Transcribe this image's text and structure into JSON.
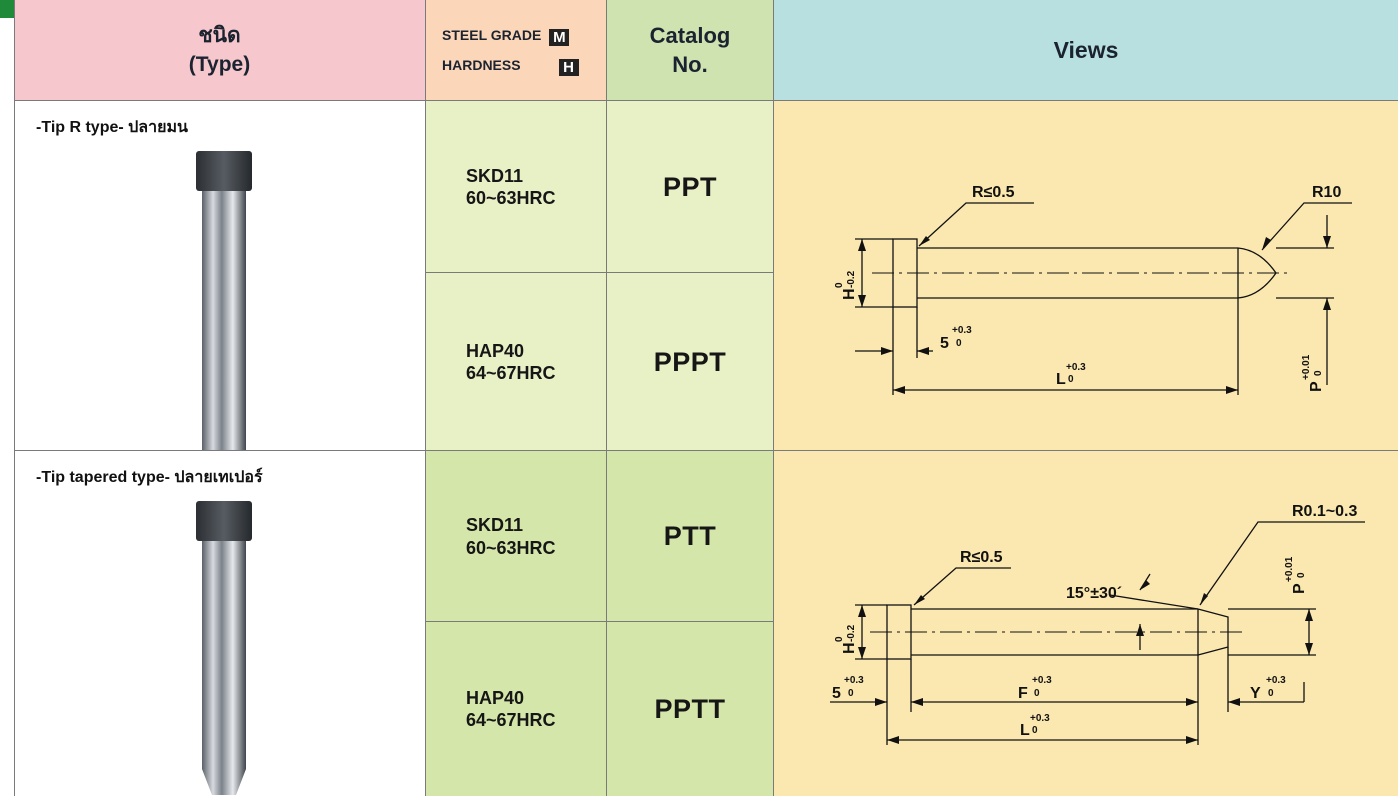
{
  "header": {
    "type_th": "ชนิด",
    "type_en": "(Type)",
    "steel_grade_label": "STEEL GRADE",
    "steel_grade_badge": "M",
    "hardness_label": "HARDNESS",
    "hardness_badge": "H",
    "catalog_line1": "Catalog",
    "catalog_line2": "No.",
    "views": "Views"
  },
  "rows": [
    {
      "type_label": "-Tip R type- ปลายมน",
      "variants": [
        {
          "material": "SKD11",
          "hardness": "60~63HRC",
          "catalog": "PPT"
        },
        {
          "material": "HAP40",
          "hardness": "64~67HRC",
          "catalog": "PPPT"
        }
      ],
      "drawing": {
        "r_head": "R≤0.5",
        "r_tip": "R10",
        "h_label": "H",
        "h_tol_top": "0",
        "h_tol_bottom": "-0.2",
        "head_len": "5",
        "head_tol_top": "+0.3",
        "head_tol_bottom": "0",
        "l_label": "L",
        "l_tol_top": "+0.3",
        "l_tol_bottom": "0",
        "p_label": "P",
        "p_tol_top": "+0.01",
        "p_tol_bottom": "0"
      }
    },
    {
      "type_label": "-Tip tapered type- ปลายเทเปอร์",
      "variants": [
        {
          "material": "SKD11",
          "hardness": "60~63HRC",
          "catalog": "PTT"
        },
        {
          "material": "HAP40",
          "hardness": "64~67HRC",
          "catalog": "PPTT"
        }
      ],
      "drawing": {
        "r_head": "R≤0.5",
        "r_tip": "R0.1~0.3",
        "angle": "15°±30´",
        "h_label": "H",
        "h_tol_top": "0",
        "h_tol_bottom": "-0.2",
        "head_len": "5",
        "head_tol_top": "+0.3",
        "head_tol_bottom": "0",
        "f_label": "F",
        "f_tol_top": "+0.3",
        "f_tol_bottom": "0",
        "l_label": "L",
        "l_tol_top": "+0.3",
        "l_tol_bottom": "0",
        "y_label": "Y",
        "y_tol_top": "+0.3",
        "y_tol_bottom": "0",
        "p_label": "P",
        "p_tol_top": "+0.01",
        "p_tol_bottom": "0"
      }
    }
  ],
  "colors": {
    "header_type_bg": "#f6c7cc",
    "header_grade_bg": "#fbd6b9",
    "header_catalog_bg": "#cfe3b0",
    "header_views_bg": "#b8e0e0",
    "grade_bg_light": "#e8f0c6",
    "grade_bg_dark": "#d5e6aa",
    "catalog_bg_light": "#e8f0c6",
    "catalog_bg_dark": "#d5e6aa",
    "views_bg": "#fbe8b0",
    "accent_green": "#1e8a3a"
  }
}
